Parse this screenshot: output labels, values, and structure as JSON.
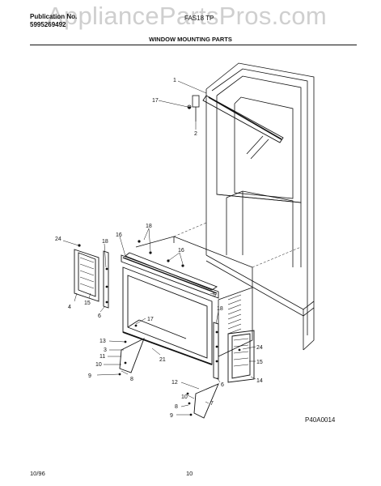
{
  "header": {
    "publication_label": "Publication No.",
    "publication_number": "5995269492",
    "model": "FAS18 TP",
    "watermark": "AppliancePartsPros.com",
    "section_title": "WINDOW MOUNTING PARTS"
  },
  "diagram_code": "P40A0014",
  "footer": {
    "date": "10/96",
    "page": "10"
  },
  "callouts": {
    "c1": "1",
    "c17a": "17",
    "c2": "2",
    "c18a": "18",
    "c16a": "16",
    "c16b": "16",
    "c24a": "24",
    "c18b": "18",
    "c4": "4",
    "c15a": "15",
    "c6a": "6",
    "c5": "5",
    "c17b": "17",
    "c13": "13",
    "c3": "3",
    "c11": "11",
    "c10a": "10",
    "c9a": "9",
    "c8a": "8",
    "c21": "21",
    "c18c": "18",
    "c24b": "24",
    "c15b": "15",
    "c14": "14",
    "c6b": "6",
    "c12": "12",
    "c10b": "10",
    "c7": "7",
    "c8b": "8",
    "c9b": "9"
  }
}
